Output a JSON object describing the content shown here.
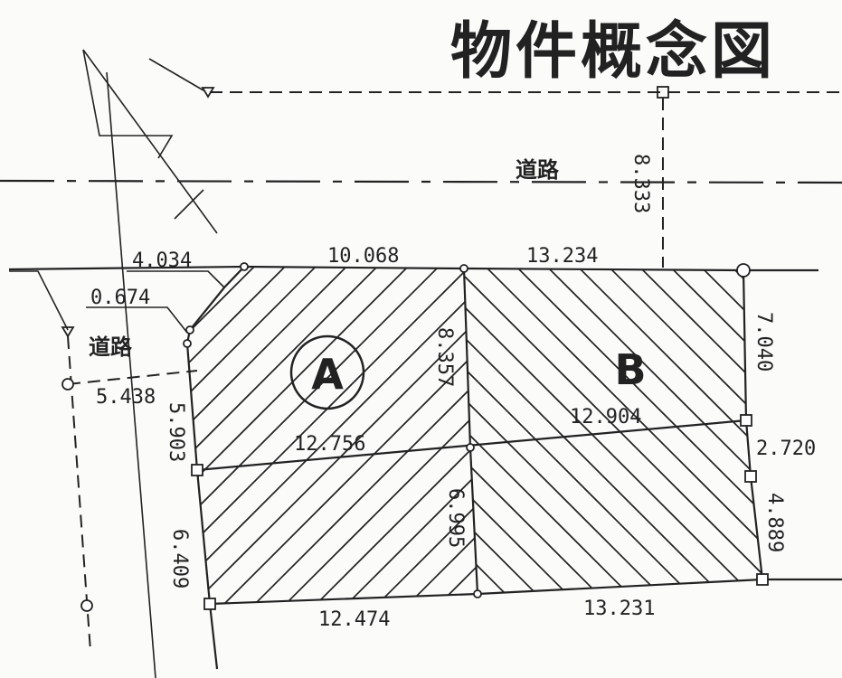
{
  "title": "物件概念図",
  "road_labels": [
    "道路",
    "道路"
  ],
  "parcels": {
    "a": "A",
    "b": "B"
  },
  "dimensions": {
    "top_a": "10.068",
    "top_b": "13.234",
    "road_offset_top": "8.333",
    "left_chamfer": "4.034",
    "left_small": "0.674",
    "left_road": "5.438",
    "left_upper": "5.903",
    "left_lower": "6.409",
    "bottom_a": "12.474",
    "bottom_b": "13.231",
    "mid_a": "12.756",
    "mid_b": "12.904",
    "divider_upper": "8.357",
    "divider_lower": "6.995",
    "right_upper": "7.040",
    "right_mid": "2.720",
    "right_lower": "4.889"
  }
}
